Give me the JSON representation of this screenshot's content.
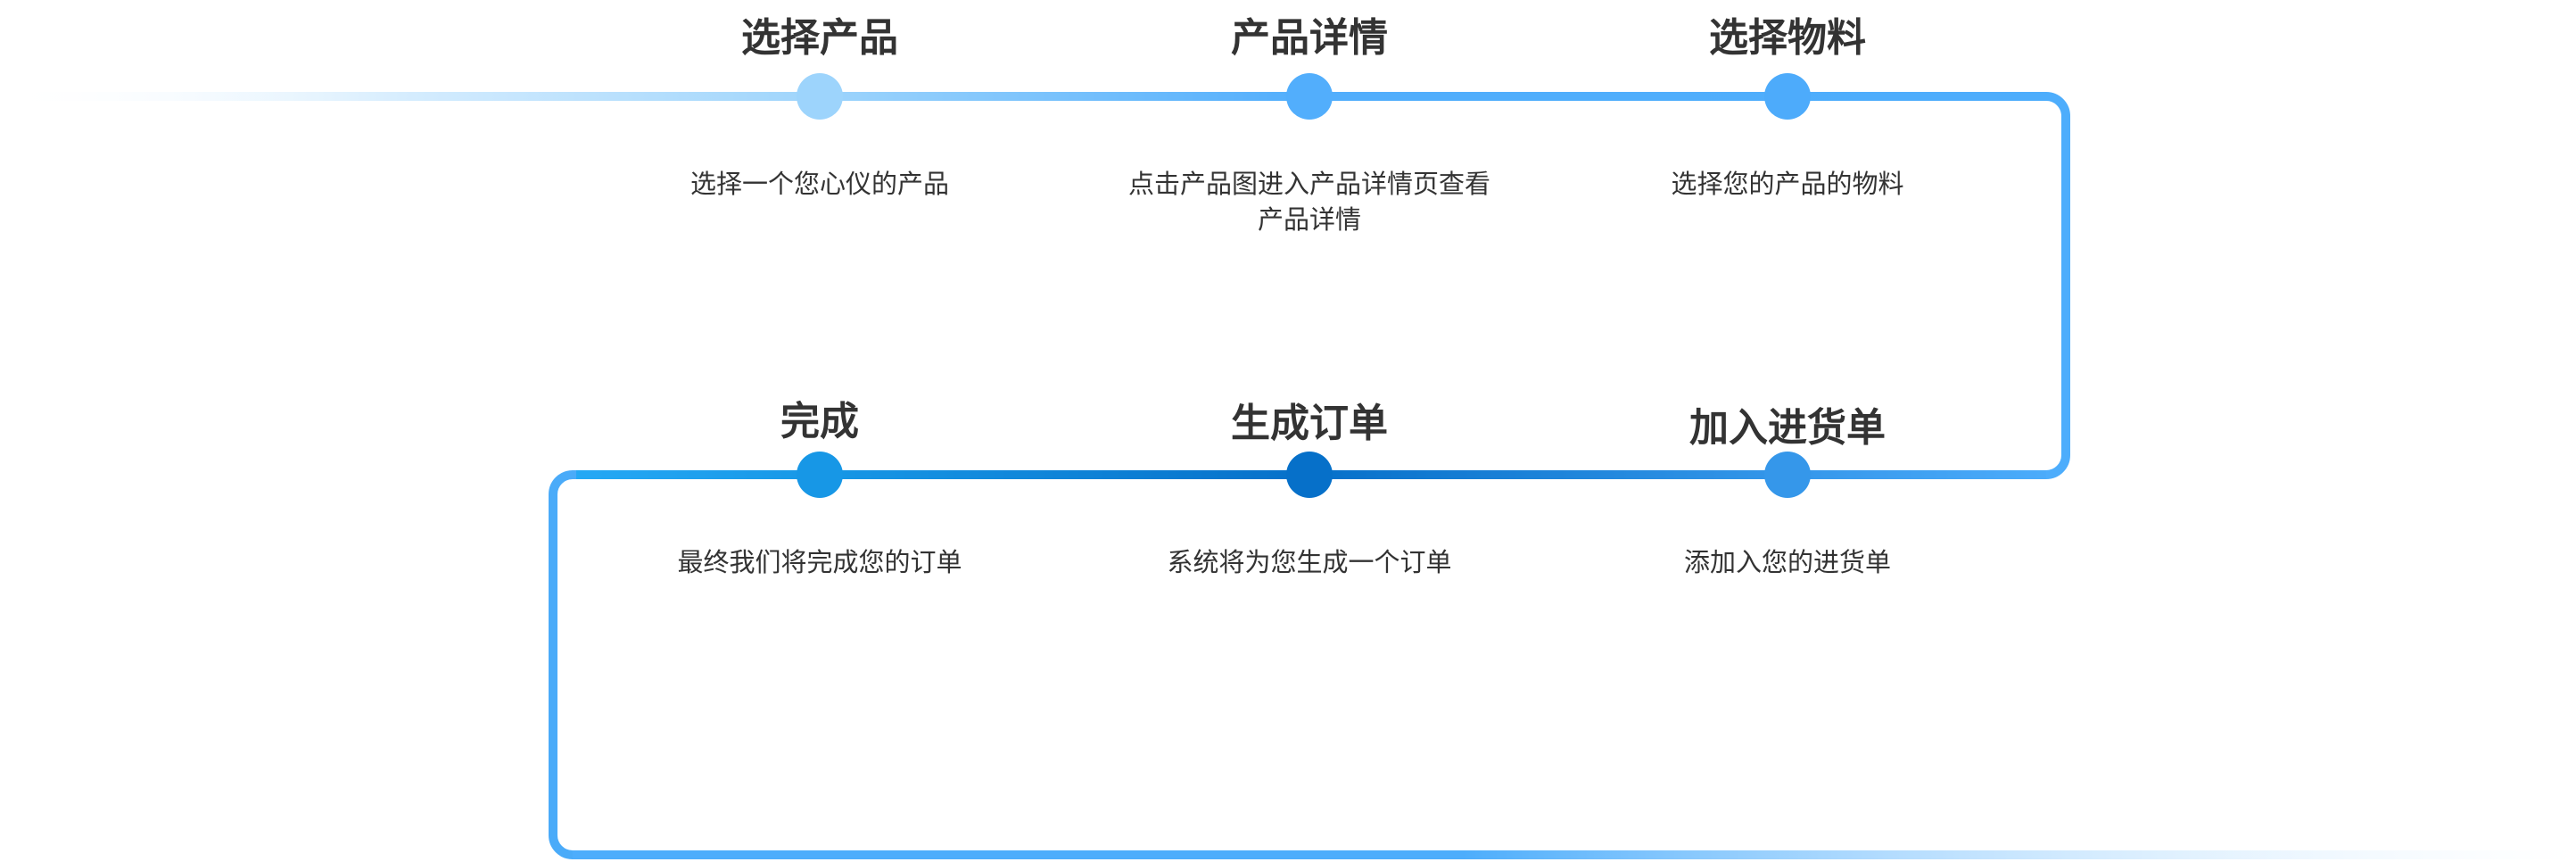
{
  "steps": [
    {
      "title": "选择产品",
      "desc": "选择一个您心仪的产品",
      "color": "#9dd4fc"
    },
    {
      "title": "产品详情",
      "desc": "点击产品图进入产品详情页查看产品详情",
      "color": "#52aefc"
    },
    {
      "title": "选择物料",
      "desc": "选择您的产品的物料",
      "color": "#4dabfb"
    },
    {
      "title": "加入进货单",
      "desc": "添加入您的进货单",
      "color": "#3597ea"
    },
    {
      "title": "生成订单",
      "desc": "系统将为您生成一个订单",
      "color": "#0670c9"
    },
    {
      "title": "完成",
      "desc": "最终我们将完成您的订单",
      "color": "#1797e6"
    }
  ],
  "colors": {
    "line": "#4dadfc"
  }
}
